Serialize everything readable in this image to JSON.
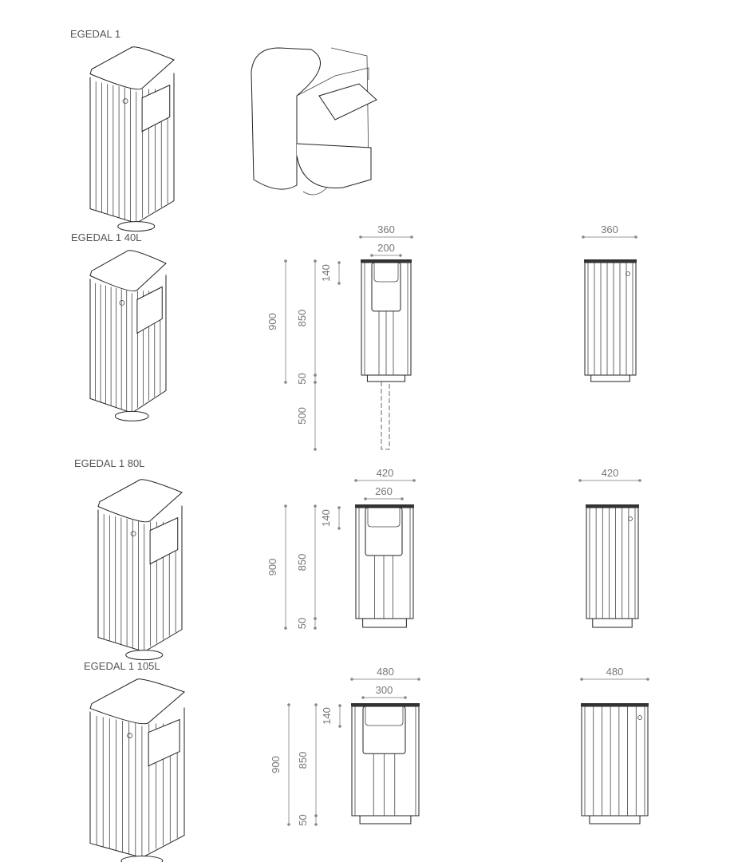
{
  "title_main": "EGEDAL 1",
  "rows": [
    {
      "label": "EGEDAL 1 40L",
      "width": "360",
      "slot": "200",
      "total": "900",
      "body": "850",
      "base": "50",
      "top": "140",
      "post": "500"
    },
    {
      "label": "EGEDAL 1 80L",
      "width": "420",
      "slot": "260",
      "total": "900",
      "body": "850",
      "base": "50",
      "top": "140"
    },
    {
      "label": "EGEDAL 1 105L",
      "width": "480",
      "slot": "300",
      "total": "900",
      "body": "850",
      "base": "50",
      "top": "140"
    }
  ]
}
